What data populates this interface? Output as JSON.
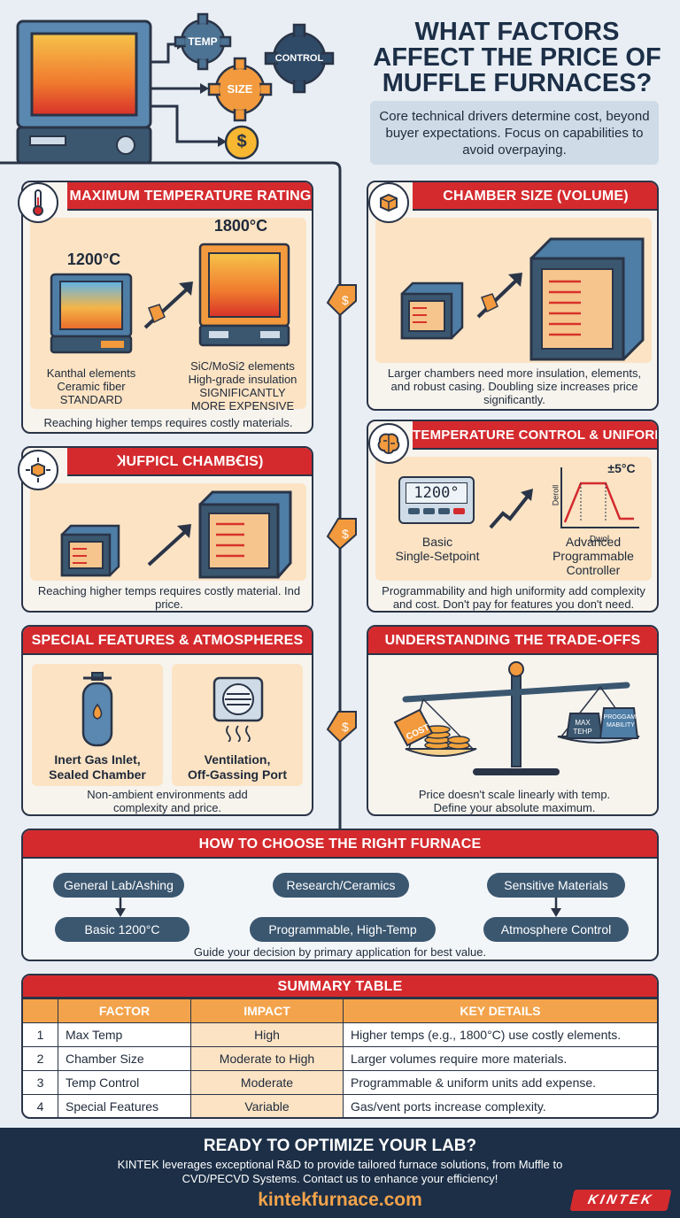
{
  "header": {
    "title_lines": [
      "WHAT FACTORS",
      "AFFECT THE PRICE OF",
      "MUFFLE FURNACES?"
    ],
    "subtitle": "Core technical drivers determine cost, beyond buyer expectations. Focus on capabilities to avoid overpaying.",
    "gears": {
      "temp": "TEMP",
      "control": "CONTROL",
      "size": "SIZE"
    },
    "coin_symbol": "$"
  },
  "max_temp": {
    "title": "MAXIMUM TEMPERATURE RATING",
    "low_temp": "1200°C",
    "high_temp": "1800°C",
    "low_desc": [
      "Kanthal elements",
      "Ceramic fiber",
      "STANDARD"
    ],
    "high_desc": [
      "SiC/MoSi2 elements",
      "High-grade insulation",
      "SIGNIFICANTLY",
      "MORE EXPENSIVE"
    ],
    "caption": "Reaching higher temps requires costly materials."
  },
  "chamber_size": {
    "title": "CHAMBER SIZE (VOLUME)",
    "caption": "Larger chambers need more insulation, elements, and robust casing. Doubling size increases price significantly."
  },
  "muffle_chamber": {
    "title": "ꞰUFPICL CHAMBꞒIS)",
    "caption": "Reaching higher temps requires costly material. Ind price."
  },
  "temp_control": {
    "title": "TEMPERATURE CONTROL & UNIFORMITY",
    "display": "1200°",
    "plus_minus": "±5°C",
    "axis_y": "Deroll",
    "axis_x": "Dwol",
    "basic": [
      "Basic",
      "Single-Setpoint"
    ],
    "advanced": [
      "Advanced",
      "Programmable",
      "Controller"
    ],
    "caption": "Programmability and high uniformity add complexity and cost. Don't pay for features you don't need."
  },
  "special": {
    "title": "SPECIAL FEATURES & ATMOSPHERES",
    "gas": [
      "Inert Gas Inlet,",
      "Sealed Chamber"
    ],
    "vent": [
      "Ventilation,",
      "Off-Gassing Port"
    ],
    "caption": "Non-ambient environments add complexity and price."
  },
  "tradeoffs": {
    "title": "UNDERSTANDING THE TRADE-OFFS",
    "cost_tag": "COST",
    "weight_left": "MAX TEHP",
    "weight_right": "PROGGAM-MABILITY",
    "caption": "Price doesn't scale linearly with temp. Define your absolute maximum."
  },
  "choose": {
    "title": "HOW TO CHOOSE THE RIGHT FURNACE",
    "apps": [
      "General Lab/Ashing",
      "Research/Ceramics",
      "Sensitive Materials"
    ],
    "picks": [
      "Basic 1200°C",
      "Programmable, High-Temp",
      "Atmosphere Control"
    ],
    "caption": "Guide your decision by primary application for best value."
  },
  "summary": {
    "title": "SUMMARY TABLE",
    "headers": [
      "",
      "FACTOR",
      "IMPACT",
      "KEY DETAILS"
    ],
    "rows": [
      [
        "1",
        "Max Temp",
        "High",
        "Higher temps (e.g., 1800°C) use costly elements."
      ],
      [
        "2",
        "Chamber Size",
        "Moderate to High",
        "Larger volumes require more materials."
      ],
      [
        "3",
        "Temp Control",
        "Moderate",
        "Programmable & uniform units add expense."
      ],
      [
        "4",
        "Special Features",
        "Variable",
        "Gas/vent ports increase complexity."
      ]
    ]
  },
  "footer": {
    "headline": "READY TO OPTIMIZE YOUR LAB?",
    "body": "KINTEK leverages exceptional R&D to provide tailored furnace solutions, from Muffle to CVD/PECVD Systems. Contact us to enhance your efficiency!",
    "url": "kintekfurnace.com",
    "logo": "KINTEK"
  },
  "colors": {
    "red": "#d42a2e",
    "navy": "#2a3447",
    "orange": "#f3a34b",
    "cream": "#fbe3c4",
    "slate": "#3b5770",
    "footer_bg": "#1c2f47"
  }
}
